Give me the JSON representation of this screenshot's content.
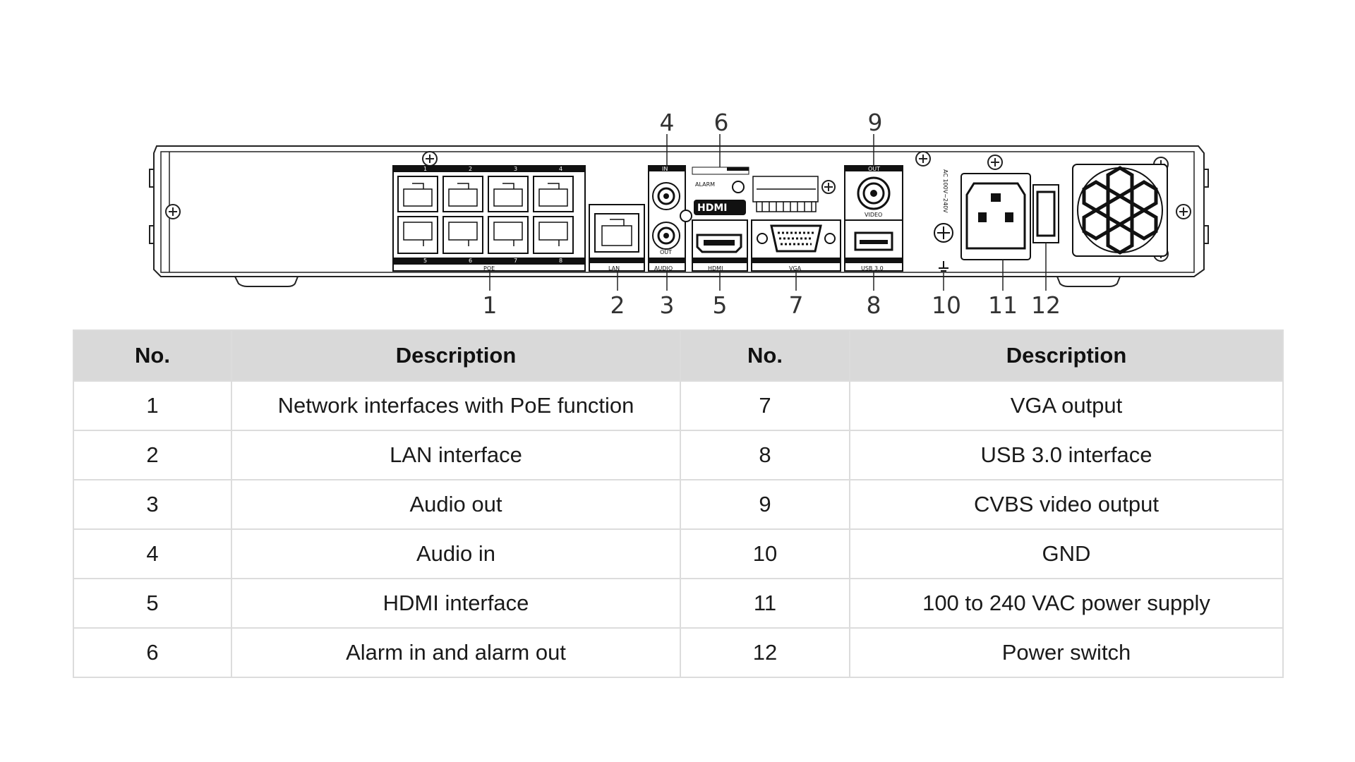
{
  "diagram": {
    "callouts": [
      {
        "id": "c1",
        "label": "1"
      },
      {
        "id": "c2",
        "label": "2"
      },
      {
        "id": "c3",
        "label": "3"
      },
      {
        "id": "c4",
        "label": "4"
      },
      {
        "id": "c5",
        "label": "5"
      },
      {
        "id": "c6",
        "label": "6"
      },
      {
        "id": "c7",
        "label": "7"
      },
      {
        "id": "c8",
        "label": "8"
      },
      {
        "id": "c9",
        "label": "9"
      },
      {
        "id": "c10",
        "label": "10"
      },
      {
        "id": "c11",
        "label": "11"
      },
      {
        "id": "c12",
        "label": "12"
      }
    ],
    "panel_labels": {
      "poe": "POE",
      "lan": "LAN",
      "audio": "AUDIO",
      "audio_in": "IN",
      "audio_out": "OUT",
      "alarm": "ALARM",
      "hdmi": "HDMI",
      "vga": "VGA",
      "usb": "USB 3.0",
      "video": "VIDEO",
      "video_out": "OUT",
      "ac": "AC 100V~240V",
      "poe_ports_top": [
        "1",
        "2",
        "3",
        "4"
      ],
      "poe_ports_bottom": [
        "5",
        "6",
        "7",
        "8"
      ]
    }
  },
  "table": {
    "headers": [
      "No.",
      "Description",
      "No.",
      "Description"
    ],
    "rows": [
      {
        "n1": "1",
        "d1": "Network interfaces with PoE function",
        "n2": "7",
        "d2": "VGA output"
      },
      {
        "n1": "2",
        "d1": "LAN interface",
        "n2": "8",
        "d2": "USB 3.0 interface"
      },
      {
        "n1": "3",
        "d1": "Audio out",
        "n2": "9",
        "d2": "CVBS video output"
      },
      {
        "n1": "4",
        "d1": "Audio in",
        "n2": "10",
        "d2": "GND"
      },
      {
        "n1": "5",
        "d1": "HDMI interface",
        "n2": "11",
        "d2": "100 to 240 VAC power supply"
      },
      {
        "n1": "6",
        "d1": "Alarm in and alarm out",
        "n2": "12",
        "d2": "Power switch"
      }
    ]
  }
}
